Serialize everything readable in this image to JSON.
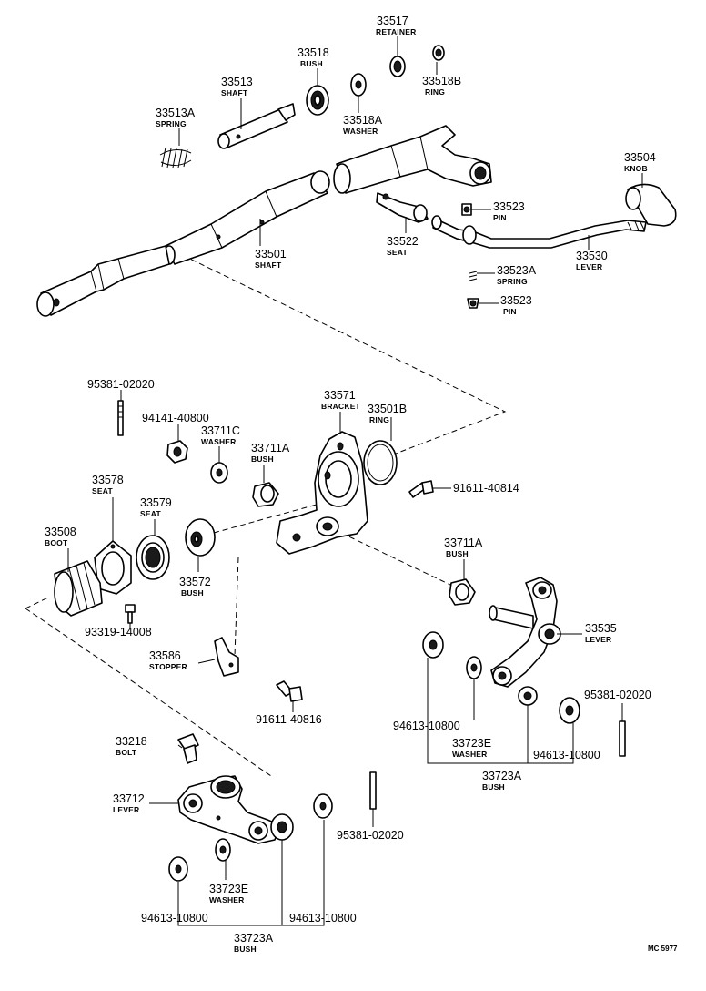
{
  "labels": {
    "p33517": {
      "num": "33517",
      "name": "RETAINER"
    },
    "p33518": {
      "num": "33518",
      "name": "BUSH"
    },
    "p33518B": {
      "num": "33518B",
      "name": "RING"
    },
    "p33513": {
      "num": "33513",
      "name": "SHAFT"
    },
    "p33513A": {
      "num": "33513A",
      "name": "SPRING"
    },
    "p33518A": {
      "num": "33518A",
      "name": "WASHER"
    },
    "p33504": {
      "num": "33504",
      "name": "KNOB"
    },
    "p33523a": {
      "num": "33523",
      "name": "PIN"
    },
    "p33522": {
      "num": "33522",
      "name": "SEAT"
    },
    "p33530": {
      "num": "33530",
      "name": "LEVER"
    },
    "p33501": {
      "num": "33501",
      "name": "SHAFT"
    },
    "p33523A": {
      "num": "33523A",
      "name": "SPRING"
    },
    "p33523b": {
      "num": "33523",
      "name": "PIN"
    },
    "p95381a": {
      "num": "95381-02020"
    },
    "p94141": {
      "num": "94141-40800"
    },
    "p33711C": {
      "num": "33711C",
      "name": "WASHER"
    },
    "p33571": {
      "num": "33571",
      "name": "BRACKET"
    },
    "p33501B": {
      "num": "33501B",
      "name": "RING"
    },
    "p33711Aa": {
      "num": "33711A",
      "name": "BUSH"
    },
    "p91611a": {
      "num": "91611-40814"
    },
    "p33578": {
      "num": "33578",
      "name": "SEAT"
    },
    "p33579": {
      "num": "33579",
      "name": "SEAT"
    },
    "p33508": {
      "num": "33508",
      "name": "BOOT"
    },
    "p33572": {
      "num": "33572",
      "name": "BUSH"
    },
    "p33711Ab": {
      "num": "33711A",
      "name": "BUSH"
    },
    "p93319": {
      "num": "93319-14008"
    },
    "p33535": {
      "num": "33535",
      "name": "LEVER"
    },
    "p33586": {
      "num": "33586",
      "name": "STOPPER"
    },
    "p91611b": {
      "num": "91611-40816"
    },
    "p95381b": {
      "num": "95381-02020"
    },
    "p94613a": {
      "num": "94613-10800"
    },
    "p33723Ea": {
      "num": "33723E",
      "name": "WASHER"
    },
    "p94613b": {
      "num": "94613-10800"
    },
    "p33723Aa": {
      "num": "33723A",
      "name": "BUSH"
    },
    "p33218": {
      "num": "33218",
      "name": "BOLT"
    },
    "p33712": {
      "num": "33712",
      "name": "LEVER"
    },
    "p95381c": {
      "num": "95381-02020"
    },
    "p33723Eb": {
      "num": "33723E",
      "name": "WASHER"
    },
    "p94613c": {
      "num": "94613-10800"
    },
    "p94613d": {
      "num": "94613-10800"
    },
    "p33723Ab": {
      "num": "33723A",
      "name": "BUSH"
    }
  },
  "code": "MC 5977"
}
